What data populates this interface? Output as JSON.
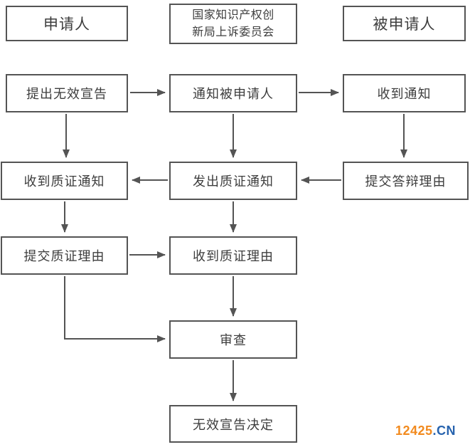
{
  "lanes": {
    "left": "申请人",
    "center": "国家知识产权创\n新局上诉委员会",
    "right": "被申请人"
  },
  "nodes": {
    "file_invalidation": "提出无效宣告",
    "notify_respondent": "通知被申请人",
    "receive_notice": "收到通知",
    "receive_cross_exam_notice": "收到质证通知",
    "issue_cross_exam_notice": "发出质证通知",
    "submit_defense_reasons": "提交答辩理由",
    "submit_cross_exam_reasons": "提交质证理由",
    "receive_cross_exam_reasons": "收到质证理由",
    "review": "审查",
    "invalidation_decision": "无效宣告决定"
  },
  "edges": [
    {
      "from": "file_invalidation",
      "to": "notify_respondent"
    },
    {
      "from": "notify_respondent",
      "to": "receive_notice"
    },
    {
      "from": "receive_notice",
      "to": "submit_defense_reasons"
    },
    {
      "from": "submit_defense_reasons",
      "to": "issue_cross_exam_notice"
    },
    {
      "from": "notify_respondent",
      "to": "issue_cross_exam_notice"
    },
    {
      "from": "file_invalidation",
      "to": "receive_cross_exam_notice"
    },
    {
      "from": "issue_cross_exam_notice",
      "to": "receive_cross_exam_notice"
    },
    {
      "from": "receive_cross_exam_notice",
      "to": "submit_cross_exam_reasons"
    },
    {
      "from": "submit_cross_exam_reasons",
      "to": "receive_cross_exam_reasons"
    },
    {
      "from": "issue_cross_exam_notice",
      "to": "receive_cross_exam_reasons"
    },
    {
      "from": "receive_cross_exam_reasons",
      "to": "review"
    },
    {
      "from": "submit_cross_exam_reasons",
      "to": "review"
    },
    {
      "from": "review",
      "to": "invalidation_decision"
    }
  ],
  "watermark": {
    "number": "12425",
    "suffix": ".CN",
    "number_color": "#f28a1e",
    "suffix_color": "#2763ae"
  },
  "colors": {
    "box_border": "#545454",
    "box_background": "#ffffff",
    "text": "#3d3d3d",
    "arrow": "#545454",
    "page_background": "#ffffff"
  }
}
